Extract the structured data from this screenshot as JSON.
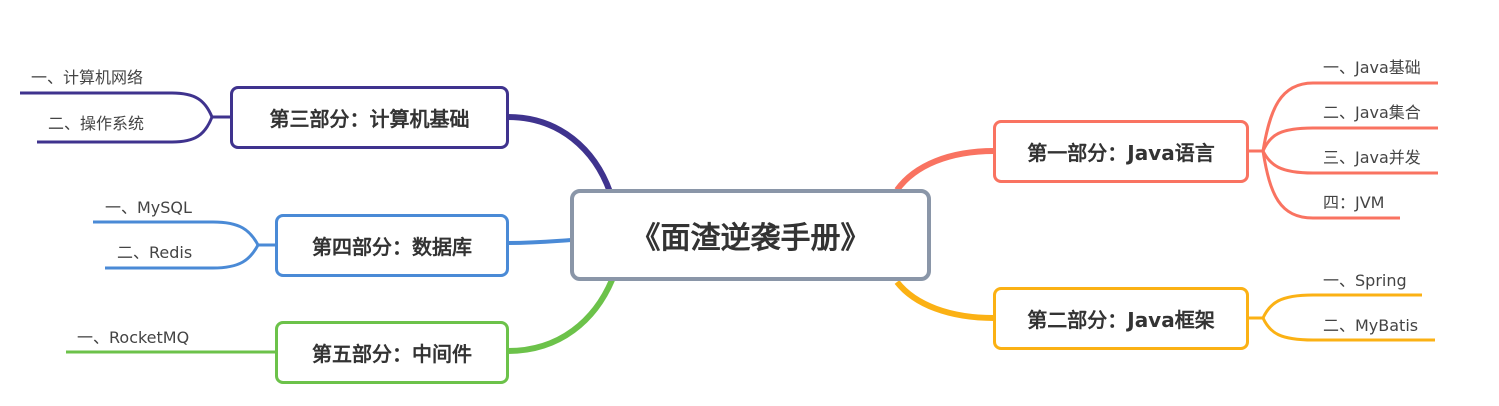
{
  "root": {
    "title": "《面渣逆袭手册》",
    "border_color": "#8a96a8"
  },
  "topics": [
    {
      "id": "part1",
      "title": "第一部分：Java语言",
      "color": "#f97361",
      "side": "right",
      "children": [
        "一、Java基础",
        "二、Java集合",
        "三、Java并发",
        "四：JVM"
      ]
    },
    {
      "id": "part2",
      "title": "第二部分：Java框架",
      "color": "#fbb114",
      "side": "right",
      "children": [
        "一、Spring",
        "二、MyBatis"
      ]
    },
    {
      "id": "part3",
      "title": "第三部分：计算机基础",
      "color": "#3f338e",
      "side": "left",
      "children": [
        "一、计算机网络",
        "二、操作系统"
      ]
    },
    {
      "id": "part4",
      "title": "第四部分：数据库",
      "color": "#4a8ad6",
      "side": "left",
      "children": [
        "一、MySQL",
        "二、Redis"
      ]
    },
    {
      "id": "part5",
      "title": "第五部分：中间件",
      "color": "#6cc24a",
      "side": "left",
      "children": [
        "一、RocketMQ"
      ]
    }
  ]
}
